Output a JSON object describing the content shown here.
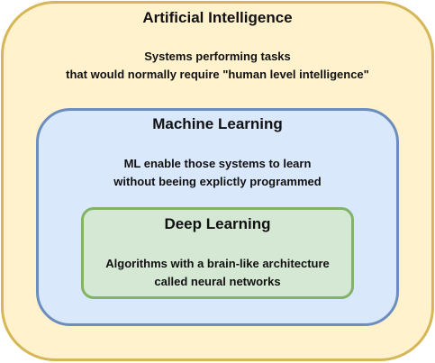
{
  "ai": {
    "title": "Artificial Intelligence",
    "description": [
      "Systems performing tasks",
      "that would normally require \"human level intelligence\""
    ]
  },
  "ml": {
    "title": "Machine Learning",
    "description": [
      "ML enable those systems to learn",
      "without beeing explictly programmed"
    ]
  },
  "dl": {
    "title": "Deep Learning",
    "description": [
      "Algorithms with a brain-like architecture",
      "called neural networks"
    ]
  },
  "colors": {
    "ai_fill": "#fff2cc",
    "ai_border": "#d6b656",
    "ml_fill": "#dae8fc",
    "ml_border": "#6c8ebf",
    "dl_fill": "#d5e8d4",
    "dl_border": "#82b366"
  }
}
